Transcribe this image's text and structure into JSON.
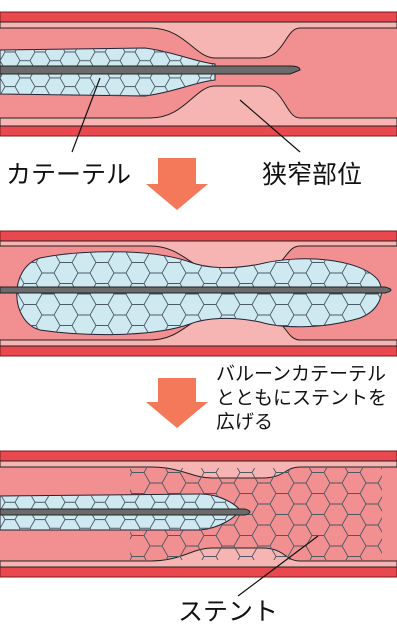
{
  "labels": {
    "catheter": "カテーテル",
    "stenosis": "狭窄部位",
    "step_line1": "バルーンカテーテル",
    "step_line2": "とともにステントを",
    "step_line3": "広げる",
    "stent": "ステント"
  },
  "colors": {
    "vessel_wall": "#e8484e",
    "vessel_wall_light": "#f4a0a3",
    "vessel_lumen": "#f08d8d",
    "plaque": "#f6b6b1",
    "stent_fill": "#cfe9f1",
    "catheter": "#666666",
    "arrow": "#f4785a"
  },
  "panels": [
    {
      "name": "panel-catheter-insertion",
      "state": "catheter inserted into stenosis"
    },
    {
      "name": "panel-balloon-expansion",
      "state": "balloon inflated with stent"
    },
    {
      "name": "panel-stent-placed",
      "state": "stent expanded, catheter withdrawn"
    }
  ]
}
